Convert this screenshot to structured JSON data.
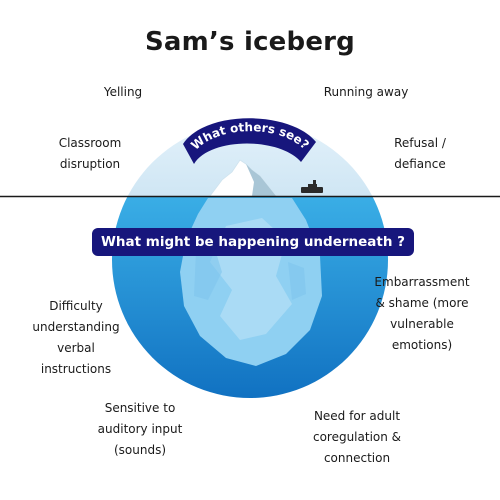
{
  "title": "Sam’s iceberg",
  "above_heading": "What others see?",
  "below_heading": "What might be happening underneath ?",
  "above_items": {
    "yelling": "Yelling",
    "running_away": "Running away",
    "classroom_disruption": "Classroom\ndisruption",
    "refusal_defiance": "Refusal  /\ndefiance"
  },
  "below_items": {
    "difficulty_instructions": "Difficulty\nunderstanding\nverbal\ninstructions",
    "embarrassment_shame": "Embarrassment\n& shame (more\nvulnerable\nemotions)",
    "sensitive_auditory": "Sensitive to\nauditory input\n(sounds)",
    "adult_coregulation": "Need for adult\ncoregulation &\nconnection"
  },
  "colors": {
    "sky": "#d9ecf7",
    "water_top": "#32a6e3",
    "water_bottom": "#0f6fc0",
    "iceberg_top": "#ffffff",
    "iceberg_under": "#8fd0f2",
    "banner": "#17167c",
    "waterline": "#1a1a1a",
    "ship": "#2a2a2a"
  }
}
